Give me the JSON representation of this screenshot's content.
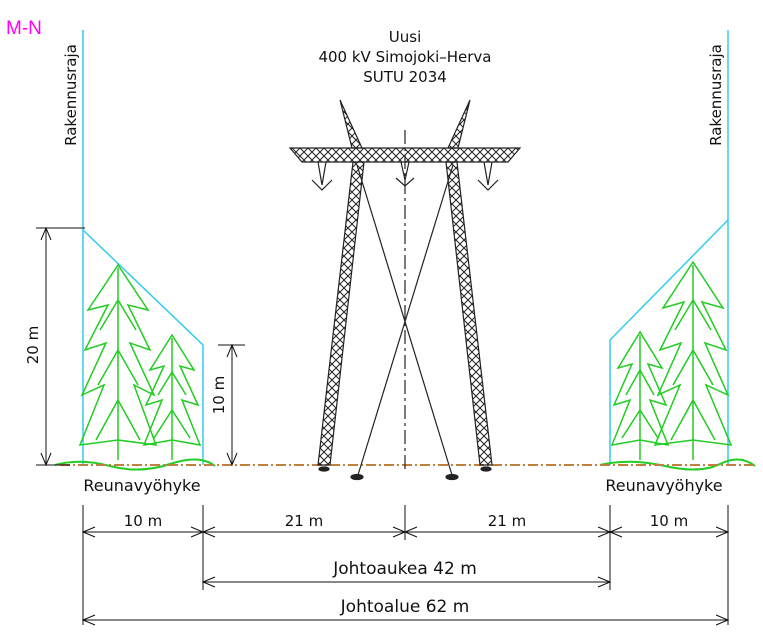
{
  "corner_tag": "M-N",
  "title": {
    "line1": "Uusi",
    "line2": "400 kV Simojoki–Herva",
    "line3": "SUTU 2034"
  },
  "labels": {
    "left_boundary": "Rakennusraja",
    "right_boundary": "Rakennusraja",
    "left_edge_zone": "Reunavyöhyke",
    "right_edge_zone": "Reunavyöhyke",
    "height_20": "20 m",
    "height_10": "10 m"
  },
  "dimensions": {
    "seg_left": "10 m",
    "seg_mid_left": "21 m",
    "seg_mid_right": "21 m",
    "seg_right": "10 m",
    "clearing": "Johtoaukea 42 m",
    "area": "Johtoalue 62 m"
  },
  "colors": {
    "boundary": "#33ccee",
    "trees": "#22cc22",
    "tower": "#222222",
    "ground": "#c08040",
    "tag": "#ff00ff"
  }
}
